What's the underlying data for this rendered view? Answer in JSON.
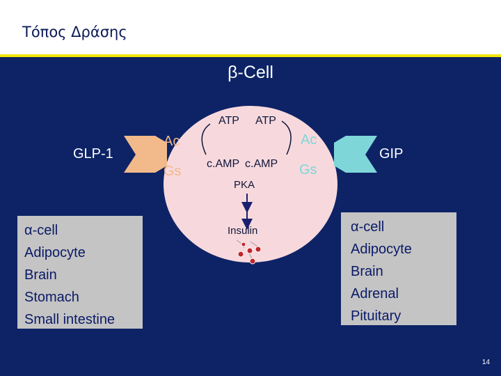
{
  "header": {
    "title": "Τόπος Δράσης"
  },
  "diagram": {
    "cell_title": "β-Cell",
    "atp_left": "ATP",
    "atp_right": "ATP",
    "camp_left": "c.AMP",
    "camp_right": "c.AMP",
    "pka": "PKA",
    "insulin": "Insulin",
    "left_receptor": {
      "ligand": "GLP-1",
      "ac": "Ac",
      "gs": "Gs"
    },
    "right_receptor": {
      "ligand": "GIP",
      "ac": "Ac",
      "gs": "Gs"
    }
  },
  "left_box": {
    "items": [
      "α-cell",
      "Adipocyte",
      "Brain",
      "Stomach",
      "Small intestine"
    ]
  },
  "right_box": {
    "items": [
      "α-cell",
      "Adipocyte",
      "Brain",
      "Adrenal",
      "Pituitary"
    ]
  },
  "page_number": "14",
  "colors": {
    "background": "#0d2366",
    "accent_rule": "#f2e600",
    "cell": "#f7d9dd",
    "receptor_left": "#f2b98a",
    "receptor_right": "#7fd6d9",
    "granule": "#c4252a",
    "box": "#c4c4c4"
  }
}
